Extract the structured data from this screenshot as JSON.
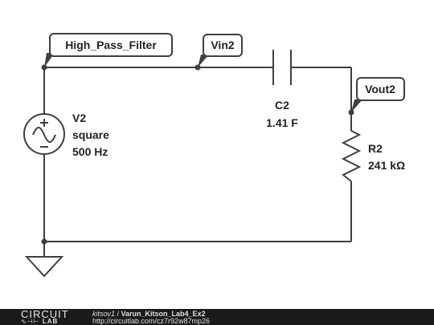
{
  "netlabels": {
    "high_pass_filter": "High_Pass_Filter",
    "vin2": "Vin2",
    "vout2": "Vout2"
  },
  "components": {
    "v2": {
      "name": "V2",
      "type": "square",
      "freq": "500 Hz"
    },
    "c2": {
      "name": "C2",
      "value": "1.41 F"
    },
    "r2": {
      "name": "R2",
      "value": "241 kΩ"
    }
  },
  "footer": {
    "logo_top": "CIRCUIT",
    "logo_bottom": "LAB",
    "user": "kitsov1",
    "separator": " / ",
    "project": "Varun_Kitson_Lab4_Ex2",
    "url": "http://circuitlab.com/cz7r92w87mp26"
  }
}
